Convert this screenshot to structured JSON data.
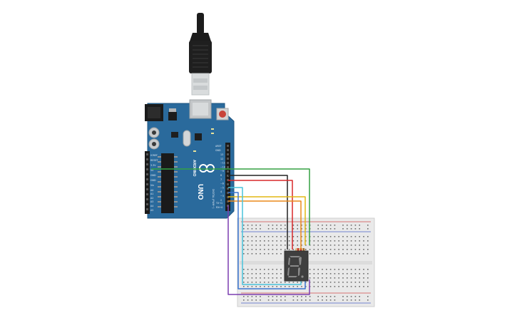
{
  "board": {
    "name": "UNO",
    "brand": "ARDUINO",
    "labels": {
      "ioref": "IOREF",
      "reset": "RESET",
      "v33": "3.3V",
      "v5": "5V",
      "gnd1": "GND",
      "gnd2": "GND",
      "vin": "Vin",
      "a0": "A0",
      "a1": "A1",
      "a2": "A2",
      "a3": "A3",
      "a4": "A4",
      "a5": "A5",
      "aref": "AREF",
      "gnd_top": "GND",
      "digital": "DIGITAL (PWM~)",
      "tx": "TX→1",
      "rx": "RX←0"
    },
    "pins": [
      "13",
      "12",
      "~11",
      "~10",
      "~9",
      "8",
      "7",
      "~6",
      "~5",
      "4",
      "~3",
      "2"
    ]
  },
  "display": {
    "digit": "8."
  },
  "colors": {
    "board": "#2a6a9c",
    "breadboard": "#e9e9e9",
    "wire_green": "#33a141",
    "wire_black": "#222222",
    "wire_red": "#d8282a",
    "wire_yellow": "#e2b814",
    "wire_orange": "#ec8a1c",
    "wire_cyan": "#48c3dc",
    "wire_blue": "#3b76d1",
    "wire_purple": "#7b3fb0"
  },
  "icons": [
    "usb-cable-icon",
    "infinity-logo-icon",
    "reset-button-icon"
  ]
}
